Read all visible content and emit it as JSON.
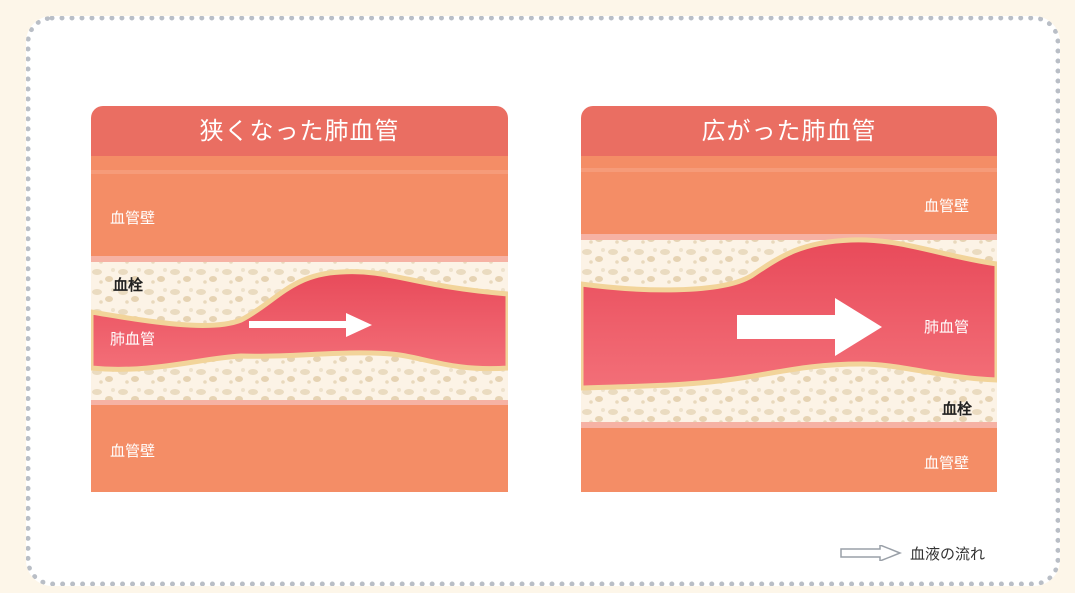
{
  "colors": {
    "title_bar": "#ea6e62",
    "vessel_wall": "#f48d66",
    "blood": "#ef4e5f",
    "thrombus": "#fcf3e6",
    "thrombus_edge": "#f2d49a",
    "frame_dots": "#b9bec6"
  },
  "panels": [
    {
      "title": "狭くなった肺血管",
      "labels": {
        "wall_top": "血管壁",
        "thrombus": "血栓",
        "vessel": "肺血管",
        "wall_bottom": "血管壁"
      }
    },
    {
      "title": "広がった肺血管",
      "labels": {
        "wall_top": "血管壁",
        "vessel": "肺血管",
        "thrombus": "血栓",
        "wall_bottom": "血管壁"
      }
    }
  ],
  "legend": {
    "text": "血液の流れ",
    "icon": "hollow-arrow-icon"
  }
}
